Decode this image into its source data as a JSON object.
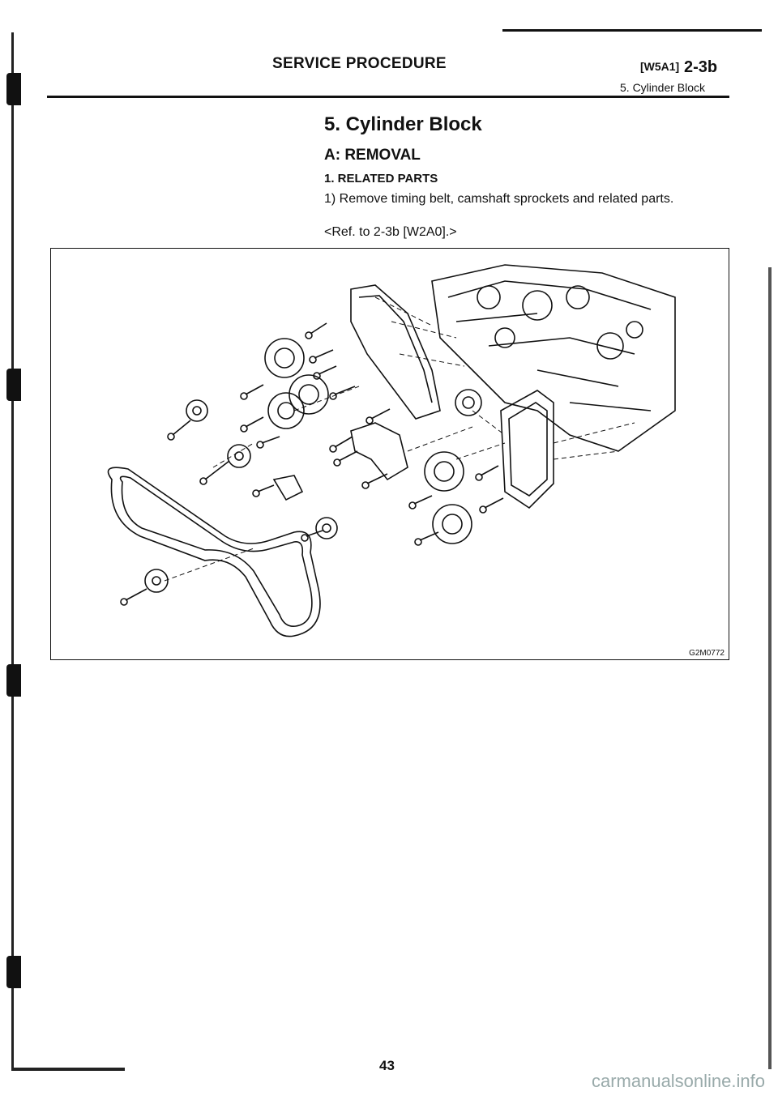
{
  "header": {
    "title": "SERVICE PROCEDURE",
    "ref_code": "[W5A1]",
    "section_num": "2-3b",
    "subtitle": "5. Cylinder Block"
  },
  "section": {
    "title": "5. Cylinder Block",
    "subtitle": "A: REMOVAL",
    "item_title": "1. RELATED PARTS",
    "step": "1) Remove timing belt, camshaft sprockets and related parts.",
    "reference": "<Ref. to 2-3b [W2A0].>"
  },
  "figure": {
    "code": "G2M0772"
  },
  "page_number": "43",
  "watermark": "carmanualsonline.info"
}
